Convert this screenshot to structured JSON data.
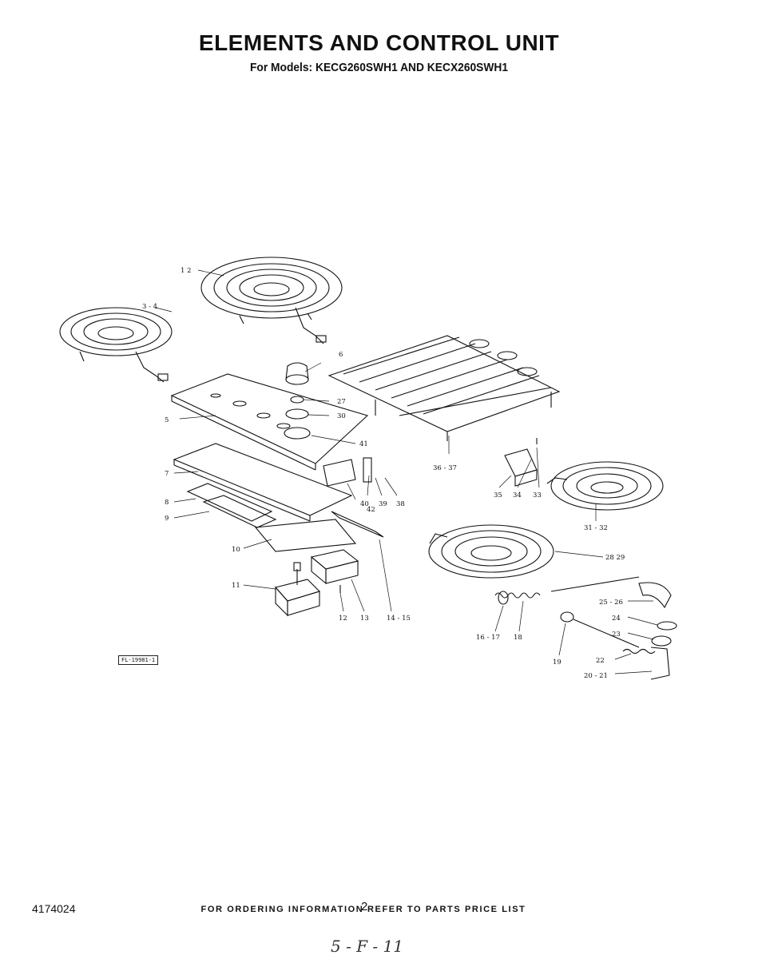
{
  "header": {
    "title": "ELEMENTS AND CONTROL UNIT",
    "subtitle": "For Models: KECG260SWH1 AND KECX260SWH1"
  },
  "figure": {
    "tag": "FL-19981-1",
    "labels": {
      "l1_2": "1  2",
      "l3_4": "3 - 4",
      "l5": "5",
      "l6": "6",
      "l7": "7",
      "l8": "8",
      "l9": "9",
      "l10": "10",
      "l11": "11",
      "l12": "12",
      "l13": "13",
      "l14_15": "14 - 15",
      "l16_17": "16 - 17",
      "l18": "18",
      "l19": "19",
      "l20_21": "20 - 21",
      "l22": "22",
      "l23": "23",
      "l24": "24",
      "l25_26": "25 - 26",
      "l27": "27",
      "l28_29": "28  29",
      "l30": "30",
      "l31_32": "31 - 32",
      "l33": "33",
      "l34": "34",
      "l35": "35",
      "l36_37": "36 - 37",
      "l38": "38",
      "l39": "39",
      "l40": "40",
      "l41": "41",
      "l42": "42"
    }
  },
  "footer": {
    "note": "FOR ORDERING INFORMATION REFER TO PARTS PRICE LIST",
    "doc_number": "4174024",
    "page_number": "2",
    "handwriting": "5 - F - 11"
  }
}
